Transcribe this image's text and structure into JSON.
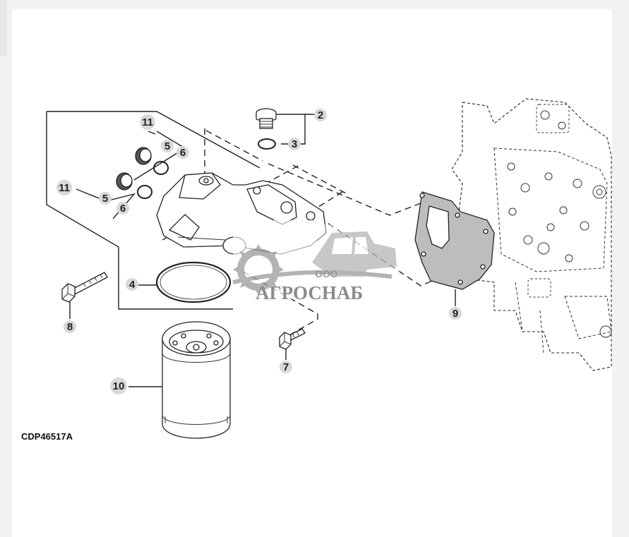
{
  "figure_code": "CDP46517A",
  "watermark": {
    "company_prefix": "ООО",
    "company_name": "АГРОСНАБ"
  },
  "callouts": {
    "c2": "2",
    "c3": "3",
    "c4": "4",
    "c5a": "5",
    "c5b": "5",
    "c6a": "6",
    "c6b": "6",
    "c7": "7",
    "c8": "8",
    "c9": "9",
    "c10": "10",
    "c11a": "11",
    "c11b": "11"
  }
}
